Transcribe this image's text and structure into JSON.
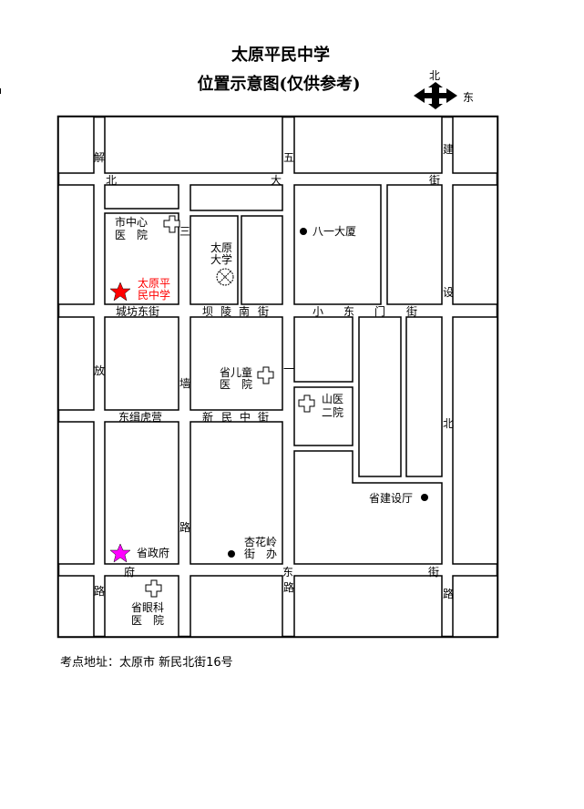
{
  "header": {
    "title": "太原平民中学",
    "subtitle": "位置示意图(仅供参考)"
  },
  "compass": {
    "north": "北",
    "east": "东"
  },
  "roads": {
    "jiefang": [
      "解",
      "放",
      "路"
    ],
    "beida": [
      "北",
      "大",
      "街"
    ],
    "wuyi": [
      "五",
      "一",
      "路"
    ],
    "jianshe": [
      "建",
      "设",
      "北",
      "路"
    ],
    "sanqiang": [
      "三",
      "墙",
      "路"
    ],
    "fudong": [
      "府",
      "东",
      "街"
    ],
    "chengfang": "城坊东街",
    "baling": [
      "坝",
      "陵",
      "南",
      "街"
    ],
    "xiaodongmen": [
      "小",
      "东",
      "门",
      "街"
    ],
    "dongjihuying": "东缉虎营",
    "xinminzhong": [
      "新",
      "民",
      "中",
      "街"
    ]
  },
  "places": {
    "city_hospital": [
      "市中心",
      "医　院"
    ],
    "taiyuan_univ": [
      "太原",
      "大学"
    ],
    "bayi": "八一大厦",
    "school": [
      "太原平",
      "民中学"
    ],
    "children_hospital": [
      "省儿童",
      "医　院"
    ],
    "shanyi": [
      "山医",
      "二院"
    ],
    "construction": "省建设厅",
    "xinghualing": [
      "杏花岭",
      "街　办"
    ],
    "gov": "省政府",
    "eye_hospital": [
      "省眼科",
      "医　院"
    ]
  },
  "colors": {
    "school_star": "#ff0000",
    "gov_star": "#ff00ff"
  },
  "footer": {
    "address": "考点地址：太原市 新民北街16号"
  }
}
